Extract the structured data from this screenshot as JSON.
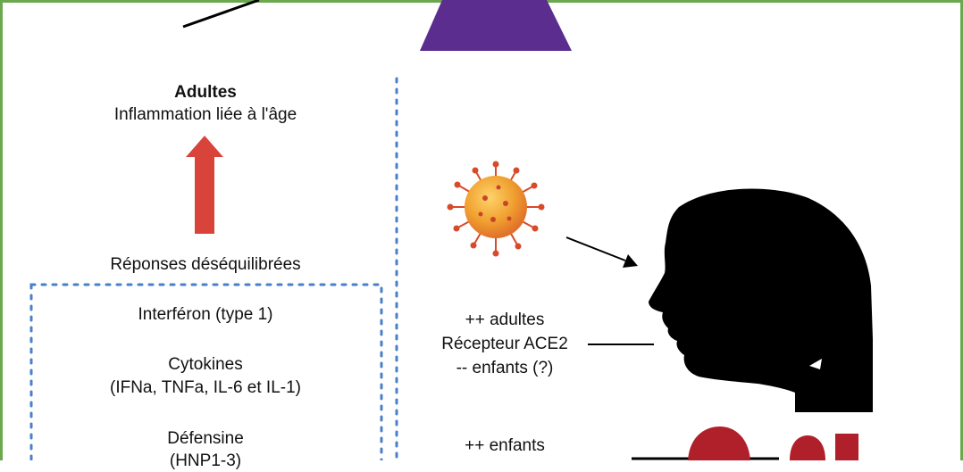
{
  "left": {
    "heading": "Adultes",
    "subheading": "Inflammation liée à l'âge",
    "arrow_label": "Réponses déséquilibrées",
    "box_items": [
      "Interféron (type 1)",
      "Cytokines",
      "(IFNa, TNFa, IL-6 et IL-1)",
      "Défensine",
      "(HNP1-3)"
    ]
  },
  "right": {
    "receptor": {
      "line1": "++ adultes",
      "line2": "Récepteur ACE2",
      "line3": "-- enfants (?)"
    },
    "bottom_label": "++ enfants"
  },
  "colors": {
    "frame": "#6aa84f",
    "triangle": "#5b2d8e",
    "up_arrow": "#d9443a",
    "dotted": "#4a7fc9",
    "virus": "#f0a030",
    "virus_spikes": "#d84a2a",
    "silhouette": "#000000",
    "partial_shape": "#b0202a"
  },
  "icons": [
    "virus-icon",
    "head-silhouette-icon",
    "up-arrow-icon",
    "triangle-shape"
  ]
}
